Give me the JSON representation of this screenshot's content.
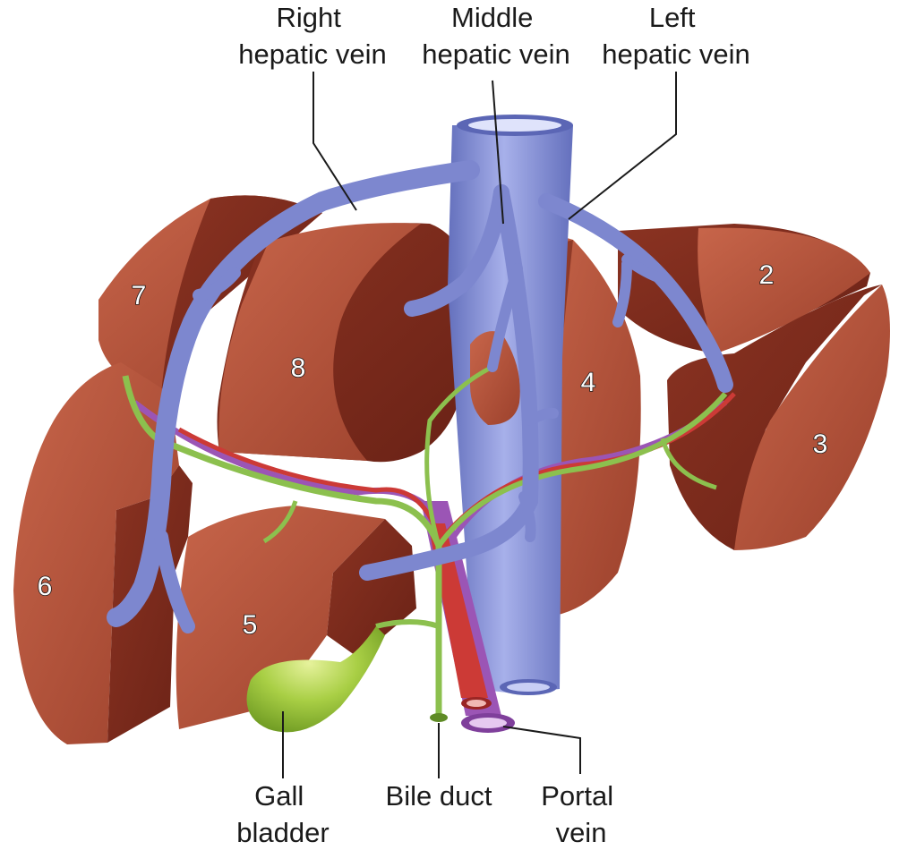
{
  "labels": {
    "right_hepatic_vein": [
      "Right",
      "hepatic vein"
    ],
    "middle_hepatic_vein": [
      "Middle",
      "hepatic vein"
    ],
    "left_hepatic_vein": [
      "Left",
      "hepatic vein"
    ],
    "gall_bladder": [
      "Gall",
      "bladder"
    ],
    "bile_duct": "Bile duct",
    "portal_vein": [
      "Portal",
      "vein"
    ]
  },
  "segments": [
    "2",
    "3",
    "4",
    "5",
    "6",
    "7",
    "8"
  ],
  "colors": {
    "liver": "#b5543c",
    "liver_cut": "#7a2a1c",
    "hepatic_vein": "#7d87cf",
    "portal_vein": "#9b55b5",
    "hepatic_artery": "#cc3a36",
    "bile_duct": "#8cc04e",
    "gall_bladder": "#a9cf45"
  }
}
